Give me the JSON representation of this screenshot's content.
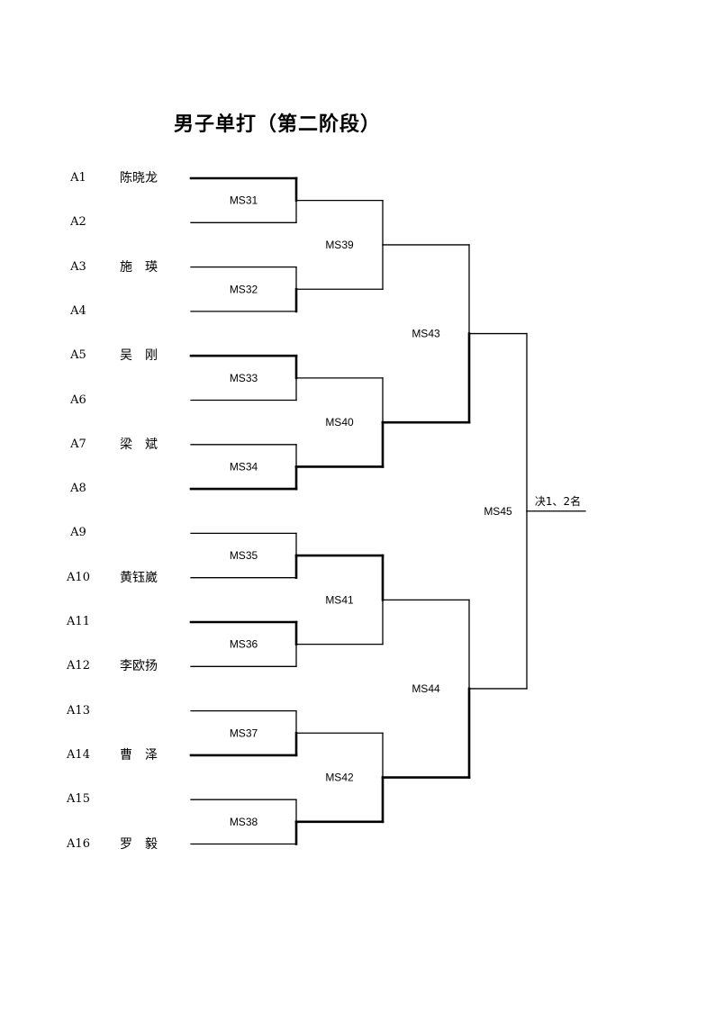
{
  "title": "男子单打（第二阶段）",
  "slots": [
    {
      "seed": "A1",
      "name": "陈晓龙",
      "bold": true
    },
    {
      "seed": "A2",
      "name": "",
      "bold": false
    },
    {
      "seed": "A3",
      "name": "施　瑛",
      "bold": false
    },
    {
      "seed": "A4",
      "name": "",
      "bold": false
    },
    {
      "seed": "A5",
      "name": "吴　刚",
      "bold": true
    },
    {
      "seed": "A6",
      "name": "",
      "bold": false
    },
    {
      "seed": "A7",
      "name": "梁　斌",
      "bold": false
    },
    {
      "seed": "A8",
      "name": "",
      "bold": true
    },
    {
      "seed": "A9",
      "name": "",
      "bold": false
    },
    {
      "seed": "A10",
      "name": "黄钰崴",
      "bold": false
    },
    {
      "seed": "A11",
      "name": "",
      "bold": true
    },
    {
      "seed": "A12",
      "name": "李欧扬",
      "bold": false
    },
    {
      "seed": "A13",
      "name": "",
      "bold": false
    },
    {
      "seed": "A14",
      "name": "曹　泽",
      "bold": true
    },
    {
      "seed": "A15",
      "name": "",
      "bold": false
    },
    {
      "seed": "A16",
      "name": "罗　毅",
      "bold": false
    }
  ],
  "rounds": [
    {
      "matches": [
        {
          "label": "MS31",
          "winner": "top"
        },
        {
          "label": "MS32",
          "winner": "bottom"
        },
        {
          "label": "MS33",
          "winner": "top"
        },
        {
          "label": "MS34",
          "winner": "bottom"
        },
        {
          "label": "MS35",
          "winner": "bottom"
        },
        {
          "label": "MS36",
          "winner": "top"
        },
        {
          "label": "MS37",
          "winner": "bottom"
        },
        {
          "label": "MS38",
          "winner": "bottom"
        }
      ]
    },
    {
      "matches": [
        {
          "label": "MS39",
          "winner": "none"
        },
        {
          "label": "MS40",
          "winner": "bottom"
        },
        {
          "label": "MS41",
          "winner": "top"
        },
        {
          "label": "MS42",
          "winner": "bottom"
        }
      ]
    },
    {
      "matches": [
        {
          "label": "MS43",
          "winner": "bottom"
        },
        {
          "label": "MS44",
          "winner": "bottom"
        }
      ]
    },
    {
      "matches": [
        {
          "label": "MS45",
          "winner": "none"
        }
      ]
    }
  ],
  "final_label": "决1、2名"
}
